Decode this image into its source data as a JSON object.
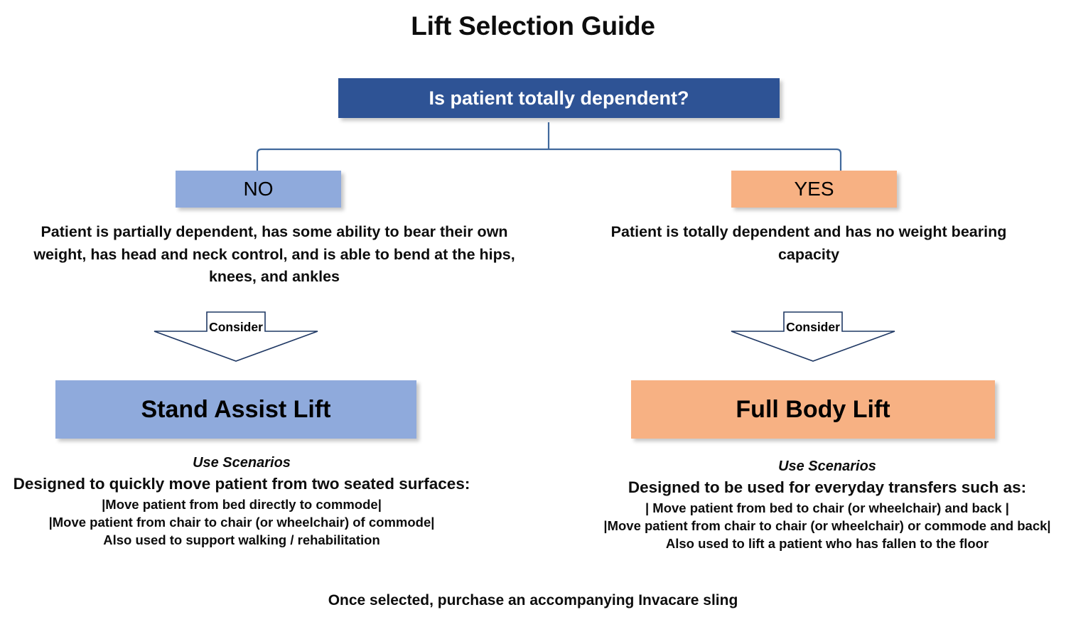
{
  "page": {
    "title": "Lift Selection Guide",
    "footer_note": "Once selected, purchase an accompanying Invacare sling"
  },
  "colors": {
    "decision_blue": "#2E5395",
    "branch_blue": "#8FAADC",
    "branch_orange": "#F7B183",
    "connector_line": "#41699C",
    "arrow_outline": "#1F3864",
    "text_black": "#0D0D0D",
    "background": "#FFFFFF"
  },
  "decision": {
    "question": "Is patient totally dependent?"
  },
  "branches": [
    {
      "answer": "NO",
      "description": "Patient is partially dependent, has some ability to bear their own weight, has head and neck control, and is able to bend at the hips, knees, and ankles",
      "connector_label": "Consider",
      "result": "Stand Assist Lift",
      "scenarios": {
        "heading": "Use Scenarios",
        "lead": "Designed to quickly move patient from two seated surfaces:",
        "items": [
          "|Move patient from bed directly to commode|",
          "|Move patient from chair to chair (or wheelchair) of commode|",
          "Also used to support walking / rehabilitation"
        ]
      }
    },
    {
      "answer": "YES",
      "description": "Patient is totally dependent and has no weight bearing capacity",
      "connector_label": "Consider",
      "result": "Full Body Lift",
      "scenarios": {
        "heading": "Use Scenarios",
        "lead": "Designed to be used for everyday transfers such as:",
        "items": [
          "| Move patient from bed to chair (or wheelchair) and back |",
          "|Move patient from chair to chair (or wheelchair) or commode and back|",
          "Also used to lift a patient who has fallen to the floor"
        ]
      }
    }
  ]
}
